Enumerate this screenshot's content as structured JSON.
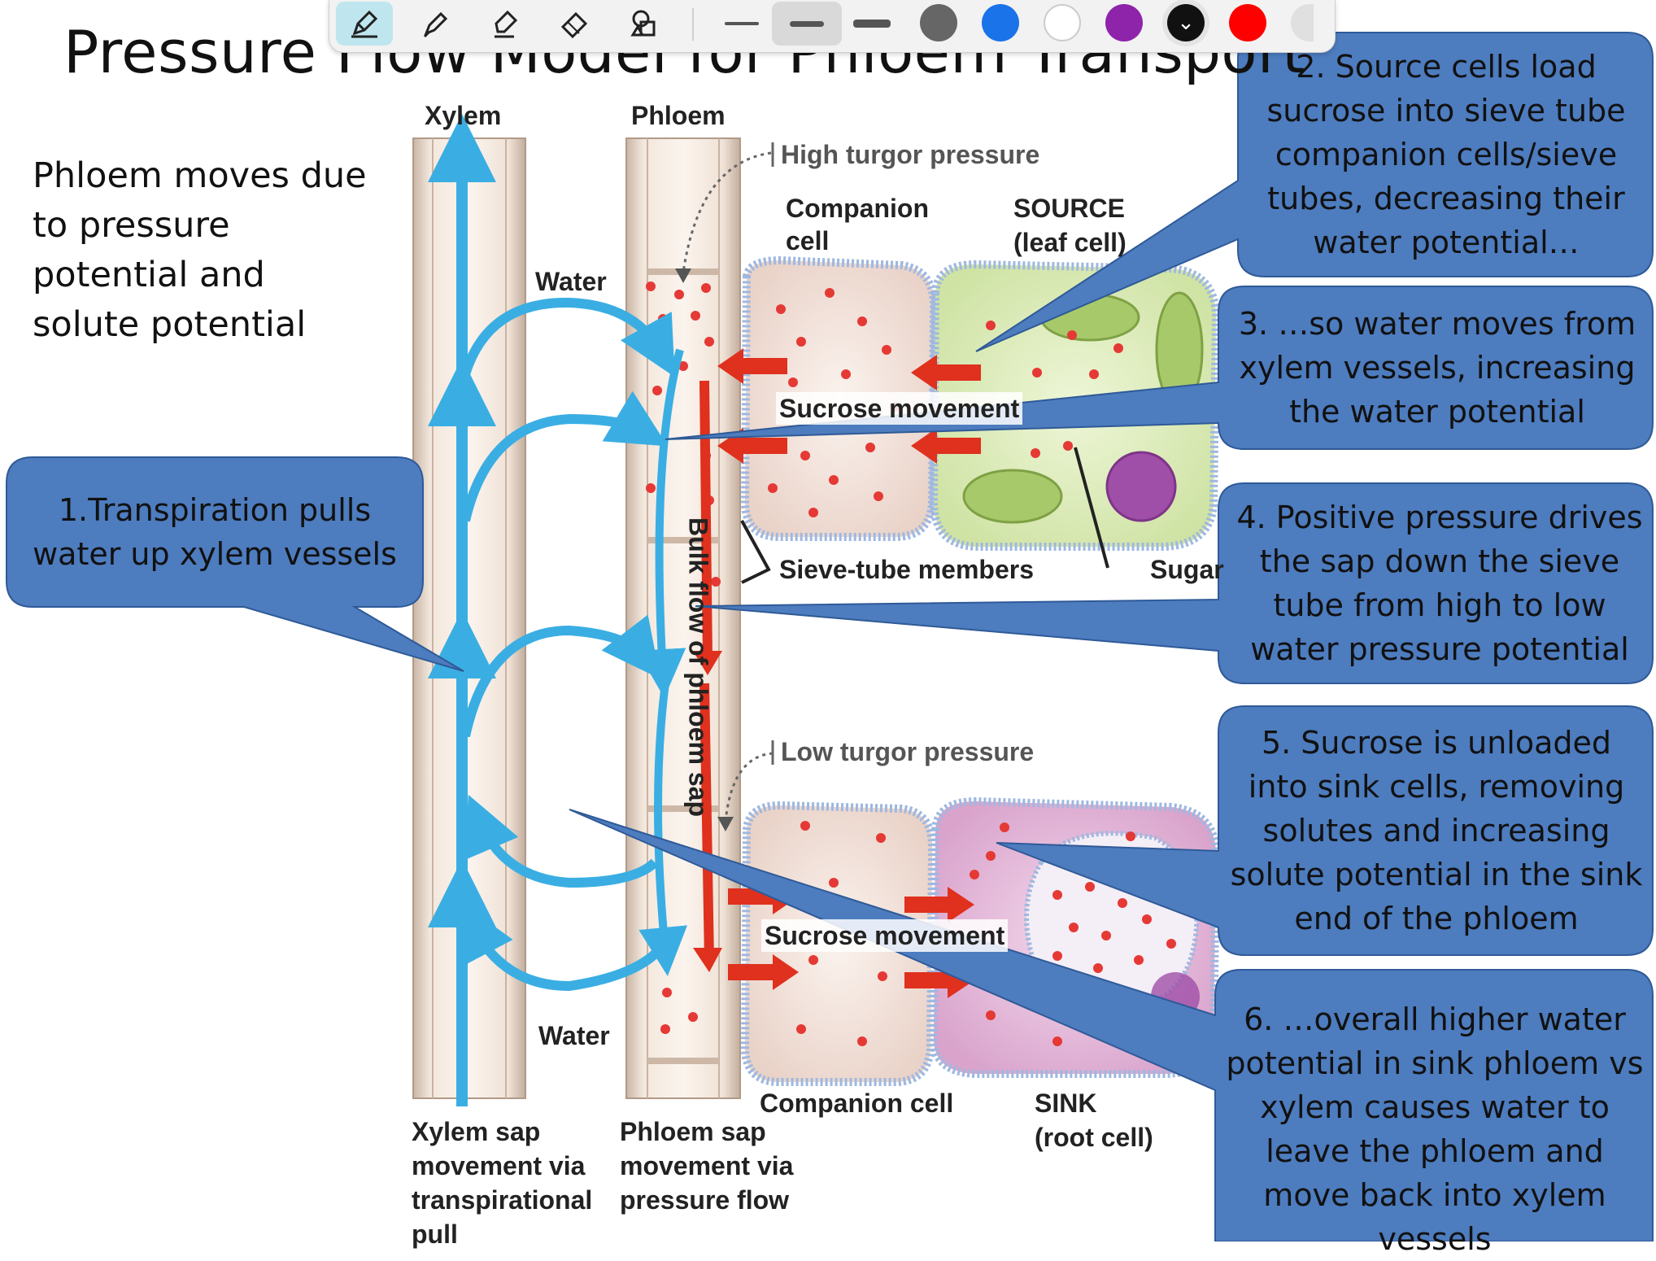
{
  "slide": {
    "title": "Pressure Flow Model for Phloem Transport",
    "intro": "Phloem moves due to pressure potential and solute potential"
  },
  "callouts": [
    {
      "id": "callout-1",
      "text": "1.Transpiration pulls water up xylem vessels"
    },
    {
      "id": "callout-2",
      "text": "2. Source cells load sucrose into sieve tube companion cells/sieve tubes, decreasing their water potential…"
    },
    {
      "id": "callout-3",
      "text": "3. …so water moves from xylem vessels, increasing the water potential"
    },
    {
      "id": "callout-4",
      "text": "4. Positive pressure drives the sap down the sieve tube from high to low water pressure potential"
    },
    {
      "id": "callout-5",
      "text": "5. Sucrose is unloaded into sink cells, removing solutes and increasing solute potential in the sink end of the phloem"
    },
    {
      "id": "callout-6",
      "text": "6. …overall higher water potential in sink phloem vs xylem causes water to leave the phloem and move back into xylem vessels"
    }
  ],
  "diagram": {
    "xylem_label": "Xylem",
    "phloem_label": "Phloem",
    "high_turgor": "High turgor pressure",
    "low_turgor": "Low turgor pressure",
    "companion_cell_top": "Companion cell",
    "source_label": "SOURCE",
    "source_sub": "(leaf cell)",
    "water_top": "Water",
    "water_bottom": "Water",
    "sucrose_movement_top": "Sucrose movement",
    "sucrose_movement_bottom": "Sucrose movement",
    "sieve_tube_members": "Sieve-tube members",
    "sugar": "Sugar",
    "bulk_flow": "Bulk flow of phloem sap",
    "companion_cell_bottom": "Companion cell",
    "sink_label": "SINK",
    "sink_sub": "(root cell)",
    "xylem_caption": "Xylem sap\nmovement via\ntranspirational\npull",
    "phloem_caption": "Phloem sap\nmovement via\npressure flow"
  },
  "toolbar": {
    "tools": [
      "pen-tool",
      "highlighter-tool",
      "marker-tool",
      "eraser-tool",
      "shapes-tool"
    ],
    "active_tool": "pen-tool",
    "line_widths": [
      "thin",
      "medium",
      "thick"
    ],
    "active_width": "medium",
    "colors": [
      "#666666",
      "#1a73e8",
      "#ffffff",
      "#8e24aa",
      "#111111",
      "#ff0000",
      "#e0e0e0"
    ],
    "selected_color": "#111111",
    "callout_color": "#4d7cbf",
    "xylem_arrow_color": "#3aaee3",
    "phloem_arrow_color": "#e0301e"
  }
}
